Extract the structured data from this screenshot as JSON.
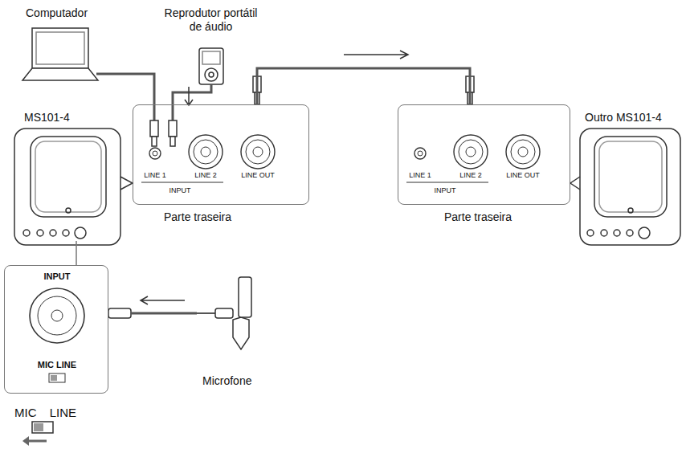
{
  "diagram": {
    "nodes": [
      {
        "text": [
          "LINE 1",
          "LINE 2",
          "LINE OUT",
          "INPUT"
        ]
      },
      {
        "text": [
          "LINE 1",
          "LINE 2",
          "LINE OUT",
          "INPUT"
        ]
      },
      {
        "text": [
          "INPUT",
          "MIC LINE"
        ]
      }
    ],
    "edges": [
      {
        "from": 0,
        "to": 1,
        "arrow": "none"
      }
    ],
    "labels": [
      "Computador",
      "Reprodutor portátil de áudio",
      "MS101-4",
      "Parte traseira",
      "Parte traseira",
      "Outro MS101-4",
      "Microfone",
      "MIC LINE"
    ]
  }
}
